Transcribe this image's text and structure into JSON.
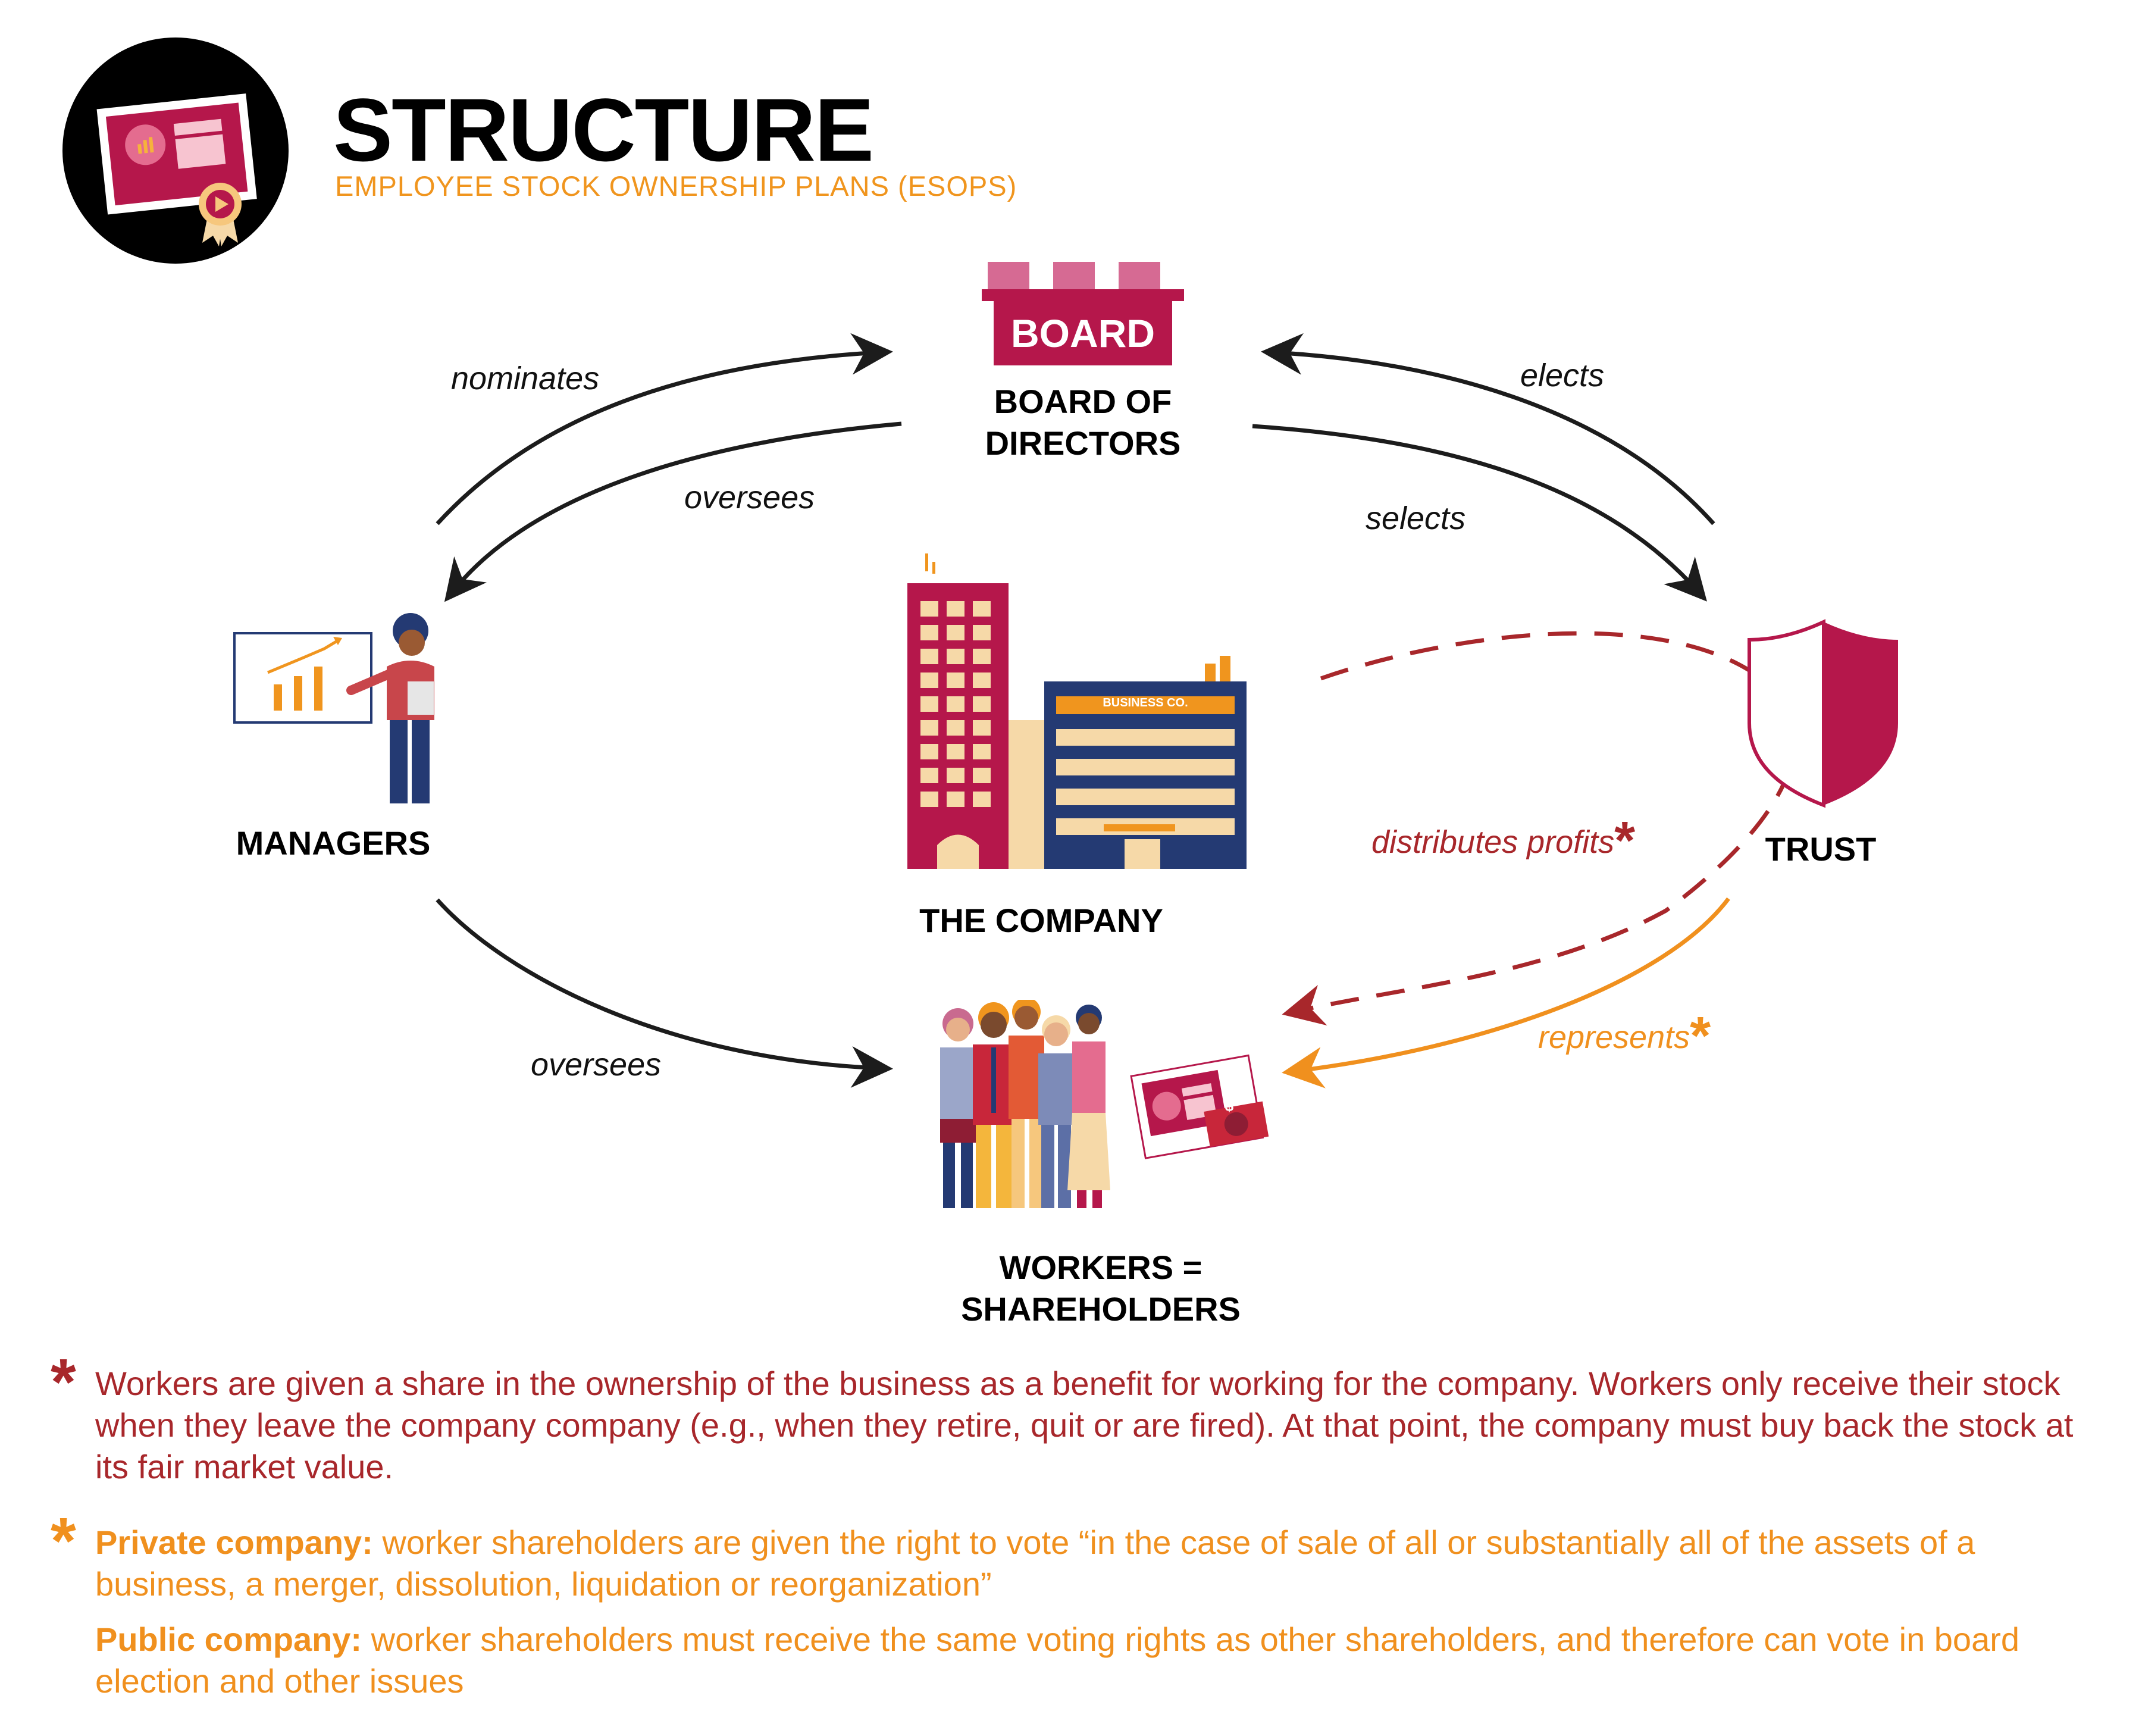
{
  "header": {
    "title": "STRUCTURE",
    "subtitle": "EMPLOYEE STOCK OWNERSHIP PLANS (ESOPS)"
  },
  "nodes": {
    "board_sign": "BOARD",
    "board_label_line1": "BOARD OF",
    "board_label_line2": "DIRECTORS",
    "managers_label": "MANAGERS",
    "company_label": "THE COMPANY",
    "company_sign": "BUSINESS CO.",
    "trust_label": "TRUST",
    "workers_label_line1": "WORKERS =",
    "workers_label_line2": "SHAREHOLDERS",
    "dollar_sign": "$"
  },
  "edges": {
    "nominates": "nominates",
    "oversees_board_managers": "oversees",
    "elects": "elects",
    "selects": "selects",
    "distributes_profits": "distributes profits",
    "represents": "represents",
    "oversees_managers_workers": "oversees",
    "star": "*"
  },
  "notes": {
    "star": "*",
    "note1": "Workers are given a share in the ownership of the business as a benefit for working for the company. Workers only receive their stock when they leave the company company (e.g., when they retire, quit or are fired). At that point, the company must buy back the stock at its fair market value.",
    "private_label": "Private company:",
    "private_text": " worker shareholders are given the right to vote “in the case of sale of all or substantially all of the assets of a business, a merger, dissolution, liquidation or reorganization”",
    "public_label": "Public company:",
    "public_text": " worker shareholders must receive the same voting rights as other shareholders, and therefore can vote in board election and other issues"
  },
  "colors": {
    "crimson": "#B5174B",
    "navy": "#243A73",
    "orange": "#F0951E",
    "dark_red": "#A8272B",
    "cream": "#F6D9A8"
  }
}
